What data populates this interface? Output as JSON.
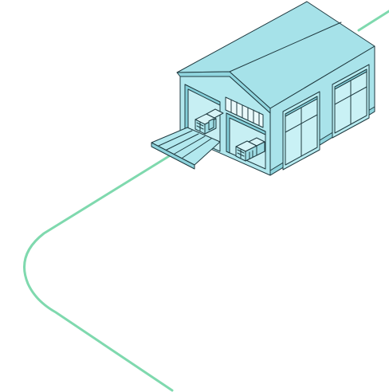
{
  "illustration": {
    "subject": "warehouse-with-loading-ramp",
    "colors": {
      "background": "#ffffff",
      "path": "#7fd9ae",
      "building_light": "#b2e8ee",
      "building_mid": "#9fdde5",
      "building_dark": "#84cfd9",
      "interior": "#c7eff3",
      "outline": "#1f3a40"
    },
    "elements": {
      "path_icon": "curved-path",
      "building_icon": "warehouse",
      "ramp_icon": "loading-ramp",
      "doors": [
        "roller-door-left",
        "roller-door-right"
      ],
      "open_bays": [
        "bay-left",
        "bay-right"
      ],
      "crate_stacks": 2
    }
  }
}
